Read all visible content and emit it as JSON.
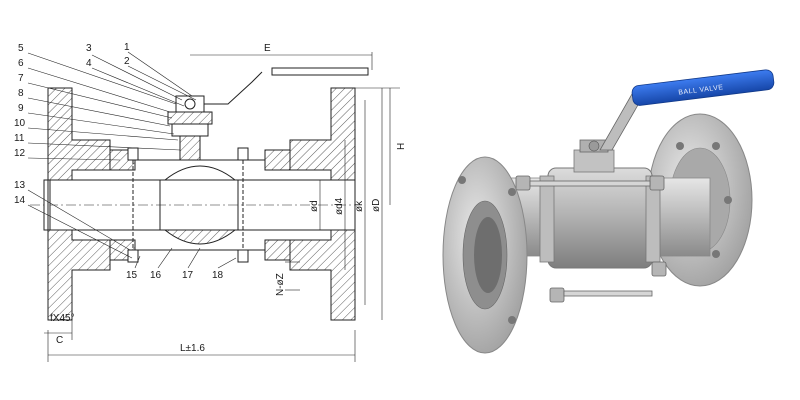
{
  "drawing": {
    "part_numbers": [
      "1",
      "2",
      "3",
      "4",
      "5",
      "6",
      "7",
      "8",
      "9",
      "10",
      "11",
      "12",
      "13",
      "14",
      "15",
      "16",
      "17",
      "18"
    ],
    "dimensions": {
      "E": "E",
      "H": "H",
      "d": "ød",
      "d4": "ød4",
      "k": "øk",
      "D": "øD",
      "nz": "N-øZ",
      "f": "fX45°",
      "C": "C",
      "L": "L±1.6"
    }
  },
  "photo": {
    "handle_text": "BALL VALVE",
    "handle_color": "#1f5fd0",
    "metal_color": "#c9c9c9"
  }
}
